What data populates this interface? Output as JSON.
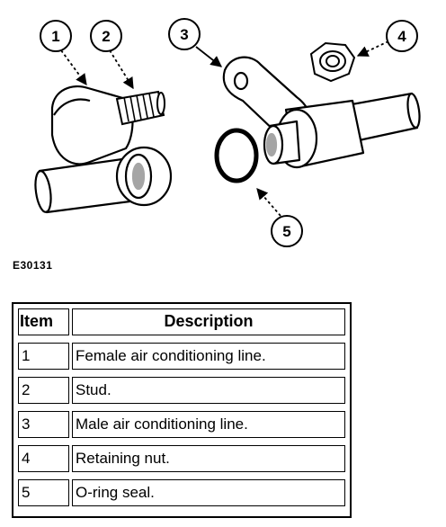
{
  "diagram": {
    "callouts": [
      "1",
      "2",
      "3",
      "4",
      "5"
    ],
    "reference_code": "E30131"
  },
  "legend": {
    "headers": {
      "item": "Item",
      "description": "Description"
    },
    "rows": [
      {
        "item": "1",
        "description": "Female air conditioning line."
      },
      {
        "item": "2",
        "description": "Stud."
      },
      {
        "item": "3",
        "description": "Male air conditioning line."
      },
      {
        "item": "4",
        "description": "Retaining nut."
      },
      {
        "item": "5",
        "description": "O-ring seal."
      }
    ]
  }
}
